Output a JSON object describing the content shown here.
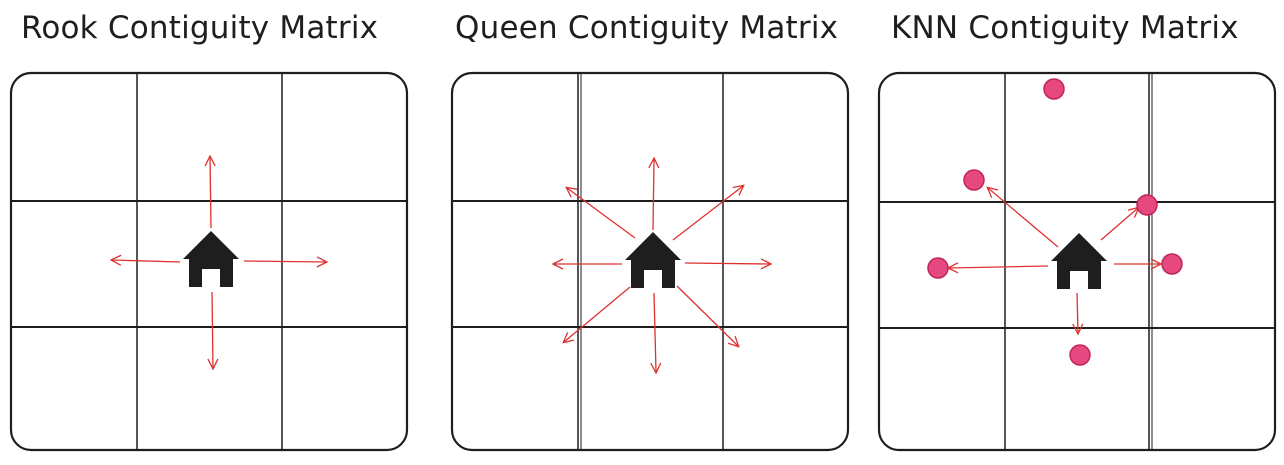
{
  "panels": [
    {
      "title": "Rook Contiguity Matrix"
    },
    {
      "title": "Queen Contiguity Matrix"
    },
    {
      "title": "KNN Contiguity Matrix"
    }
  ],
  "colors": {
    "line": "#1e1e1e",
    "arrow": "#e03131",
    "house": "#1e1e1e",
    "neighbor_fill": "#e64980",
    "neighbor_stroke": "#c2255c"
  },
  "icons": {
    "house": "house-icon",
    "arrow": "arrow-icon",
    "neighbor": "neighbor-point-icon"
  }
}
